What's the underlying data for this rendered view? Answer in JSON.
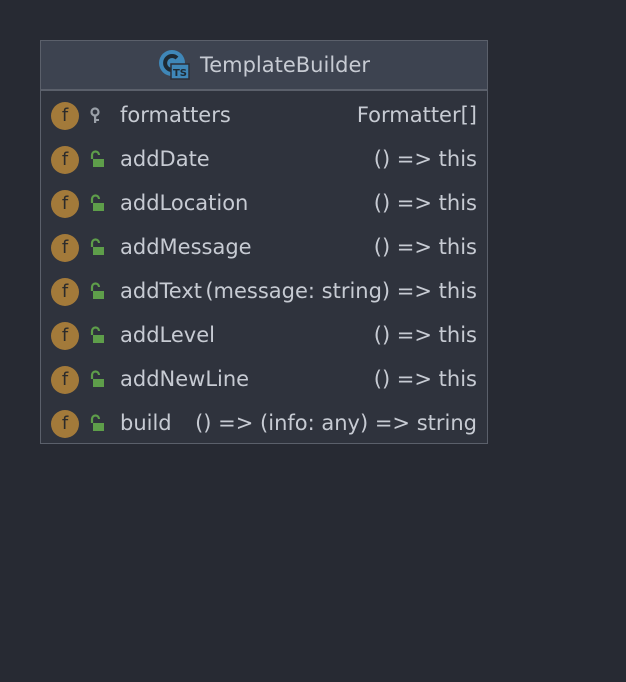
{
  "class": {
    "name": "TemplateBuilder",
    "icon": "typescript-class-icon",
    "icon_badge": "TS"
  },
  "members": [
    {
      "name": "formatters",
      "type": "Formatter[]",
      "visibility": "private-key-icon"
    },
    {
      "name": "addDate",
      "type": "() => this",
      "visibility": "public-lock-icon"
    },
    {
      "name": "addLocation",
      "type": "() => this",
      "visibility": "public-lock-icon"
    },
    {
      "name": "addMessage",
      "type": "() => this",
      "visibility": "public-lock-icon"
    },
    {
      "name": "addText",
      "type": "(message: string) => this",
      "visibility": "public-lock-icon"
    },
    {
      "name": "addLevel",
      "type": "() => this",
      "visibility": "public-lock-icon"
    },
    {
      "name": "addNewLine",
      "type": "() => this",
      "visibility": "public-lock-icon"
    },
    {
      "name": "build",
      "type": "() => (info: any) => string",
      "visibility": "public-lock-icon"
    }
  ],
  "member_kind_letter": "f",
  "colors": {
    "background": "#272a33",
    "box": "#2f333d",
    "header": "#3d4350",
    "border": "#5b606b",
    "text": "#c7cbd3",
    "field_icon": "#a37a3a",
    "unlock_green": "#5e9e4a",
    "class_icon_blue": "#3f87b8"
  }
}
